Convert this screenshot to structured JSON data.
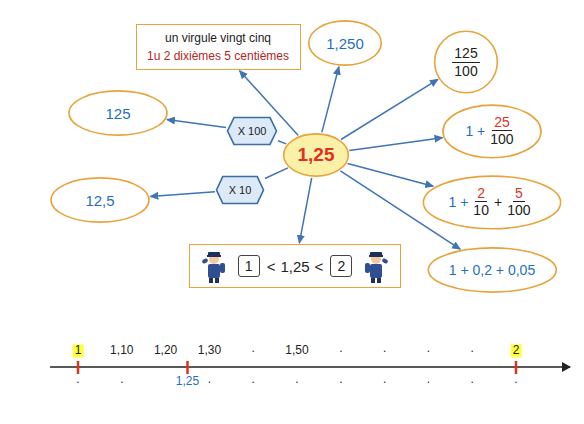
{
  "diagram": {
    "nodes": [
      {
        "text": [
          "un virgule vingt cinq",
          "1u 2 dixièmes 5 centièmes"
        ]
      },
      {
        "text": [
          "1,250"
        ]
      },
      {
        "text": [
          "125",
          "100"
        ]
      },
      {
        "text": [
          "125"
        ]
      },
      {
        "text": [
          "X 100"
        ]
      },
      {
        "text": [
          "1,25"
        ]
      },
      {
        "text": [
          "1 +",
          "25",
          "100"
        ]
      },
      {
        "text": [
          "X 10"
        ]
      },
      {
        "text": [
          "12,5"
        ]
      },
      {
        "text": [
          "1 +",
          "2",
          "10",
          "+",
          "5",
          "100"
        ]
      },
      {
        "text": [
          "<",
          "1,25",
          "<"
        ]
      },
      {
        "text": [
          "1"
        ],
        "in": 10
      },
      {
        "text": [
          "2"
        ],
        "in": 10
      },
      {
        "text": [
          "1 + 0,2 + 0,05"
        ]
      }
    ],
    "edges": [
      {
        "from": 5,
        "to": 0,
        "arrow": "to"
      },
      {
        "from": 5,
        "to": 1,
        "arrow": "to"
      },
      {
        "from": 5,
        "to": 2,
        "arrow": "to"
      },
      {
        "from": 5,
        "to": 4,
        "arrow": "none"
      },
      {
        "from": 4,
        "to": 3,
        "arrow": "to"
      },
      {
        "from": 5,
        "to": 6,
        "arrow": "to"
      },
      {
        "from": 5,
        "to": 7,
        "arrow": "none"
      },
      {
        "from": 7,
        "to": 8,
        "arrow": "to"
      },
      {
        "from": 5,
        "to": 9,
        "arrow": "to"
      },
      {
        "from": 5,
        "to": 13,
        "arrow": "to"
      },
      {
        "from": 5,
        "to": 10,
        "arrow": "to"
      }
    ],
    "labels": [
      "1",
      "1,10",
      "1,20",
      "1,30",
      "1,50",
      "2",
      "1,25",
      ".",
      ".",
      ".",
      ".",
      ".",
      ".",
      ".",
      ".",
      ".",
      ".",
      ".",
      ".",
      ".",
      ".",
      "."
    ]
  }
}
